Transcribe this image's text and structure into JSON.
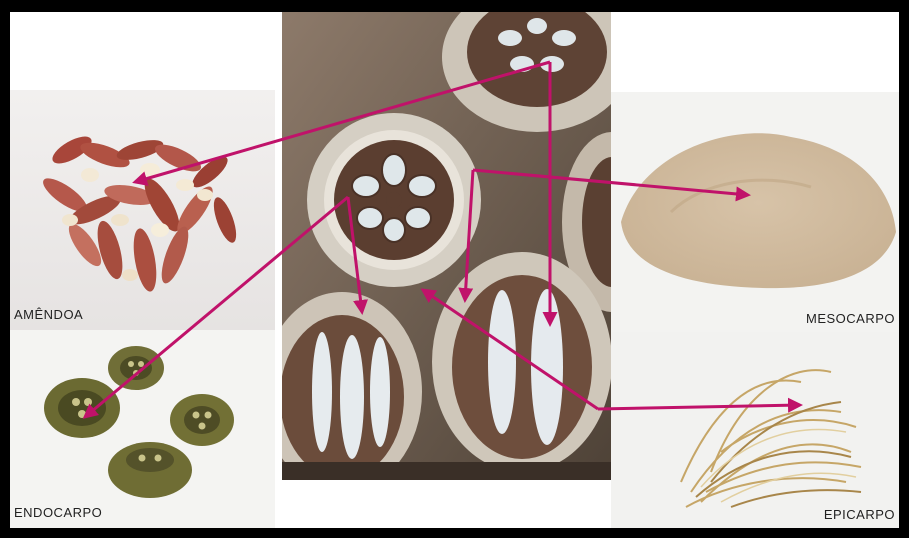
{
  "labels": {
    "amendoa": "AMÊNDOA",
    "endocarpo": "ENDOCARPO",
    "mesocarpo": "MESOCARPO",
    "epicarpo": "EPICARPO"
  },
  "colors": {
    "arrow": "#c0126a",
    "frame": "#000000",
    "background": "#ffffff"
  },
  "arrow_links": [
    {
      "from": "center-top-seed",
      "to": "amendoa"
    },
    {
      "from": "center-seed-cross-section",
      "to": "endocarpo"
    },
    {
      "from": "center-husk",
      "to": "mesocarpo"
    },
    {
      "from": "center-outer-skin",
      "to": "epicarpo"
    }
  ]
}
